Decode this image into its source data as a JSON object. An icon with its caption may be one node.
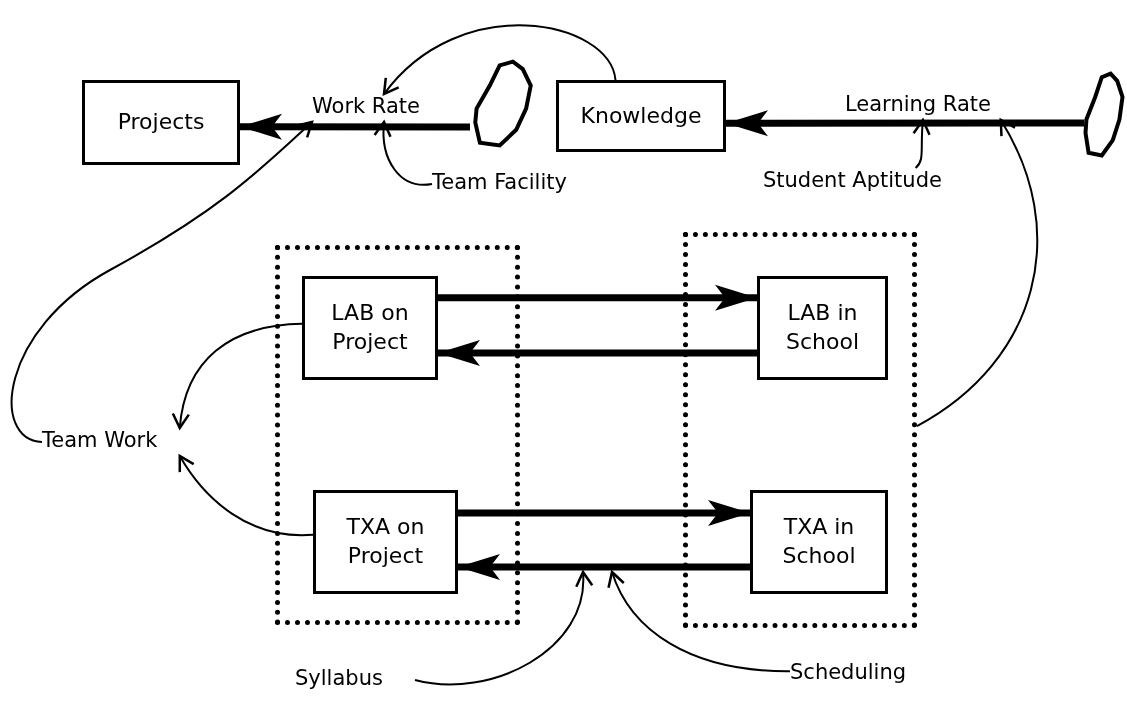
{
  "diagram": {
    "nodes": [
      {
        "text": [
          "Projects"
        ]
      },
      {
        "text": [
          "Work Rate"
        ]
      },
      {
        "text": [],
        "shape": "cloud"
      },
      {
        "text": [
          "Knowledge"
        ]
      },
      {
        "text": [
          "Learning Rate"
        ]
      },
      {
        "text": [],
        "shape": "cloud"
      },
      {
        "text": [
          "Team Facility"
        ]
      },
      {
        "text": [
          "Student Aptitude"
        ]
      },
      {
        "text": [],
        "shape": "box"
      },
      {
        "text": [
          "LAB on Project"
        ],
        "in": 8
      },
      {
        "text": [
          "TXA on Project"
        ],
        "in": 8
      },
      {
        "text": [],
        "shape": "box"
      },
      {
        "text": [
          "LAB in School"
        ],
        "in": 11
      },
      {
        "text": [
          "TXA in School"
        ],
        "in": 11
      },
      {
        "text": [
          "Team Work"
        ]
      },
      {
        "text": [
          "Syllabus"
        ]
      },
      {
        "text": [
          "Scheduling"
        ]
      }
    ],
    "edges": [
      {
        "from": 2,
        "to": 0,
        "arrow": "to",
        "style": "thick"
      },
      {
        "from": 5,
        "to": 3,
        "arrow": "to",
        "style": "thick"
      },
      {
        "from": 3,
        "to": 1,
        "arrow": "to"
      },
      {
        "from": 6,
        "to": 1,
        "arrow": "to"
      },
      {
        "from": 7,
        "to": 4,
        "arrow": "to"
      },
      {
        "from": 11,
        "to": 4,
        "arrow": "to"
      },
      {
        "from": 14,
        "to": 1,
        "arrow": "to"
      },
      {
        "from": 9,
        "to": 14,
        "arrow": "to"
      },
      {
        "from": 10,
        "to": 14,
        "arrow": "to"
      },
      {
        "from": 9,
        "to": 12,
        "arrow": "to",
        "style": "thick"
      },
      {
        "from": 12,
        "to": 9,
        "arrow": "to",
        "style": "thick"
      },
      {
        "from": 10,
        "to": 13,
        "arrow": "to",
        "style": "thick"
      },
      {
        "from": 13,
        "to": 10,
        "arrow": "to",
        "style": "thick"
      },
      {
        "from": 15,
        "to": null,
        "arrow": "to"
      },
      {
        "from": 16,
        "to": null,
        "arrow": "to"
      }
    ]
  }
}
